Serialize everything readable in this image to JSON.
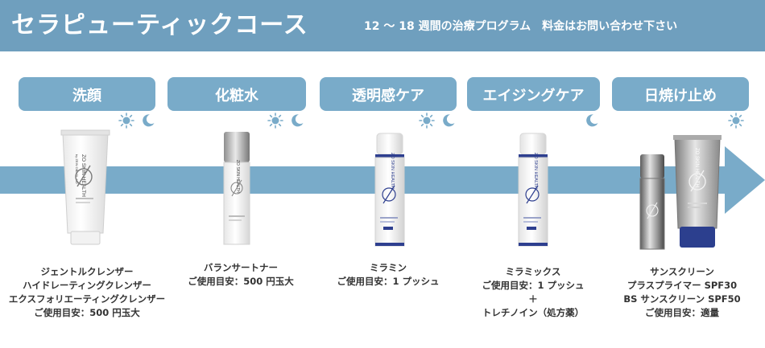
{
  "header": {
    "title": "セラピューティックコース",
    "subtitle": "12 ～ 18 週間の治療プログラム　料金はお問い合わせ下さい",
    "background": "#6f9fbe"
  },
  "accent_color": "#79abc9",
  "steps": [
    {
      "label": "洗顔",
      "icons": [
        "sun-icon",
        "moon-icon"
      ]
    },
    {
      "label": "化粧水",
      "icons": [
        "sun-icon",
        "moon-icon"
      ]
    },
    {
      "label": "透明感ケア",
      "icons": [
        "sun-icon",
        "moon-icon"
      ]
    },
    {
      "label": "エイジングケア",
      "icons": [
        "moon-icon"
      ]
    },
    {
      "label": "日焼け止め",
      "icons": [
        "sun-icon"
      ]
    }
  ],
  "products": [
    {
      "lines": [
        "ジェントルクレンザー",
        "ハイドレーティングクレンザー",
        "エクスフォリエーティングクレンザー",
        "ご使用目安：500 円玉大"
      ]
    },
    {
      "lines": [
        "バランサートナー",
        "ご使用目安：500 円玉大"
      ]
    },
    {
      "lines": [
        "ミラミン",
        "ご使用目安：1 プッシュ"
      ]
    },
    {
      "lines": [
        "ミラミックス",
        "ご使用目安：1 プッシュ",
        "＋",
        "トレチノイン（処方薬）"
      ]
    },
    {
      "lines": [
        "サンスクリーン",
        "プラスプライマー SPF30",
        "BS サンスクリーン SPF50",
        "ご使用目安：適量"
      ]
    }
  ],
  "brand": {
    "line1": "ZO SKIN HEALTH",
    "line2": "by ZEIN OBAGI, MD"
  }
}
